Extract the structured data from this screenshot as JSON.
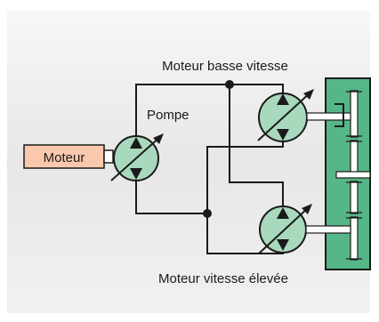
{
  "labels": {
    "low_speed_motor": "Moteur basse vitesse",
    "pump": "Pompe",
    "engine": "Moteur",
    "high_speed_motor": "Moteur vitesse élevée"
  },
  "colors": {
    "panel_background": "#ebebeb",
    "engine_box": "#f9c8ad",
    "hydraulic_unit": "#a8d9bd",
    "gearbox": "#55b687",
    "line": "#1a1a1a"
  }
}
